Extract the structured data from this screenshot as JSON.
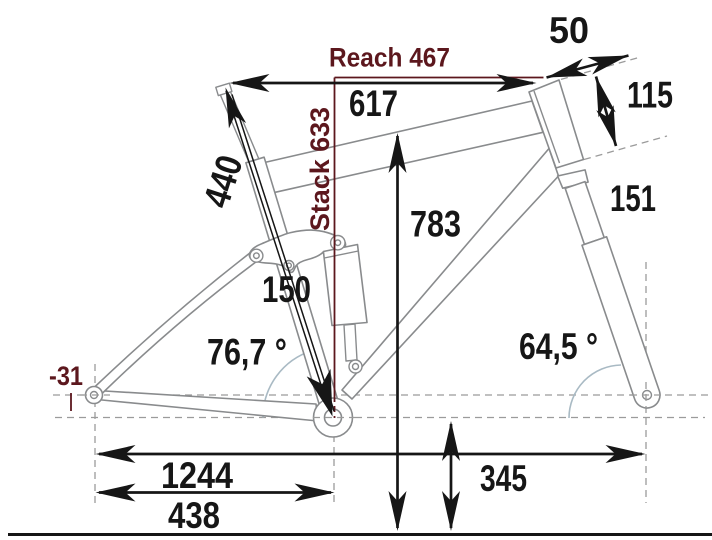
{
  "diagram": {
    "type": "full-suspension-mountain-bike-frame-geometry",
    "labels": {
      "reach": "Reach 467",
      "stack": "Stack 633",
      "top_tube_length": "617",
      "stem_length": "50",
      "head_tube_length": "115",
      "fork_length": "151",
      "standover_height": "783",
      "seat_tube_length": "440",
      "travel": "150",
      "seat_tube_angle": "76,7 °",
      "head_tube_angle": "64,5 °",
      "bb_drop": "-31",
      "wheelbase": "1244",
      "chainstay_length": "438",
      "bb_height": "345"
    },
    "colors": {
      "accent_red": "#5c171d",
      "dimension_black": "#161616",
      "frame_gray": "#898b8d",
      "dash_gray": "#9b9b9b",
      "angle_arc": "#a9bac4",
      "background": "#ffffff"
    }
  }
}
